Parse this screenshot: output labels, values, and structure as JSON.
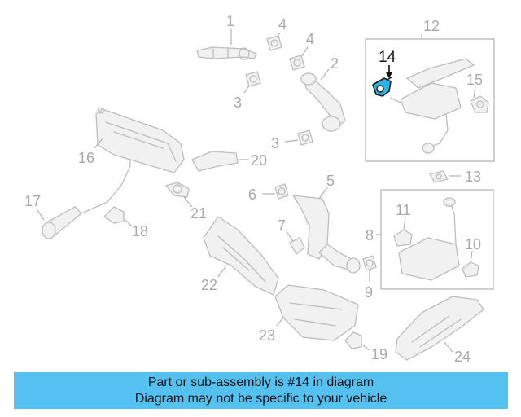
{
  "diagram": {
    "callouts": [
      {
        "id": "1",
        "text": "1"
      },
      {
        "id": "2",
        "text": "2"
      },
      {
        "id": "3a",
        "text": "3"
      },
      {
        "id": "3b",
        "text": "3"
      },
      {
        "id": "4a",
        "text": "4"
      },
      {
        "id": "4b",
        "text": "4"
      },
      {
        "id": "5",
        "text": "5"
      },
      {
        "id": "6",
        "text": "6"
      },
      {
        "id": "7",
        "text": "7"
      },
      {
        "id": "8",
        "text": "8"
      },
      {
        "id": "9",
        "text": "9"
      },
      {
        "id": "10",
        "text": "10"
      },
      {
        "id": "11",
        "text": "11"
      },
      {
        "id": "12",
        "text": "12"
      },
      {
        "id": "13",
        "text": "13"
      },
      {
        "id": "14",
        "text": "14"
      },
      {
        "id": "15",
        "text": "15"
      },
      {
        "id": "16",
        "text": "16"
      },
      {
        "id": "17",
        "text": "17"
      },
      {
        "id": "18",
        "text": "18"
      },
      {
        "id": "19",
        "text": "19"
      },
      {
        "id": "20",
        "text": "20"
      },
      {
        "id": "21",
        "text": "21"
      },
      {
        "id": "22",
        "text": "22"
      },
      {
        "id": "23",
        "text": "23"
      },
      {
        "id": "24",
        "text": "24"
      }
    ],
    "highlighted_part": "14",
    "highlight_color": "#29b6e8",
    "line_color": "#bdbdbd"
  },
  "banner": {
    "line1": "Part or sub-assembly is #14 in diagram",
    "line2": "Diagram may not be specific to your vehicle",
    "background": "#55c1f1"
  }
}
